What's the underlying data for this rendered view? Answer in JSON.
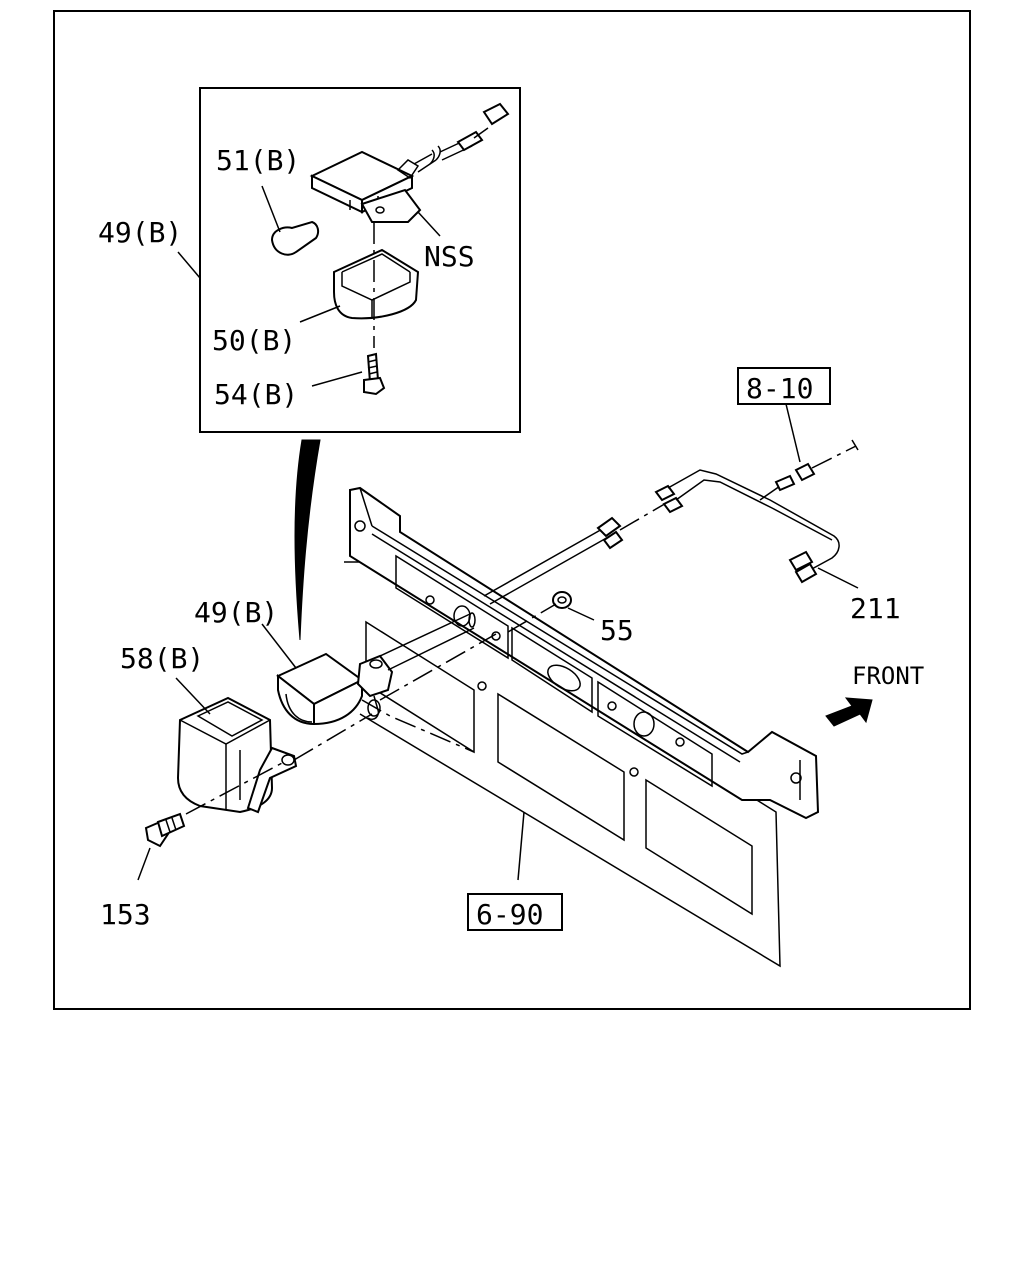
{
  "callouts": {
    "c49b_top": "49(B)",
    "c51b": "51(B)",
    "nss": "NSS",
    "c50b": "50(B)",
    "c54b": "54(B)",
    "c8_10": "8-10",
    "c211": "211",
    "c55": "55",
    "front": "FRONT",
    "c49b": "49(B)",
    "c58b": "58(B)",
    "c153": "153",
    "c6_90": "6-90"
  },
  "icons": {
    "front_arrow": "front-direction-arrow-icon"
  }
}
